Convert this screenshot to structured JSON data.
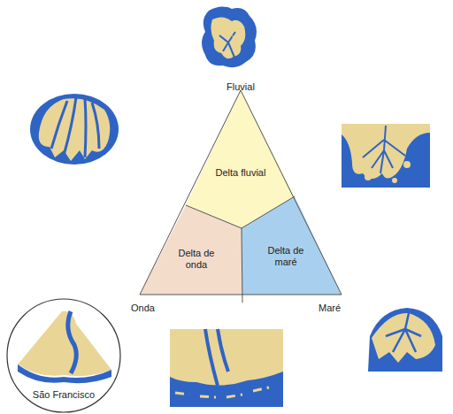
{
  "diagram": {
    "nodes": [
      {
        "text": [
          "Delta fluvial"
        ]
      },
      {
        "text": [
          "Delta de onda"
        ]
      },
      {
        "text": [
          "Delta de maré"
        ]
      },
      {
        "text": [
          "São Francisco"
        ]
      }
    ],
    "labels": [
      "Fluvial",
      "Onda",
      "Maré"
    ]
  }
}
